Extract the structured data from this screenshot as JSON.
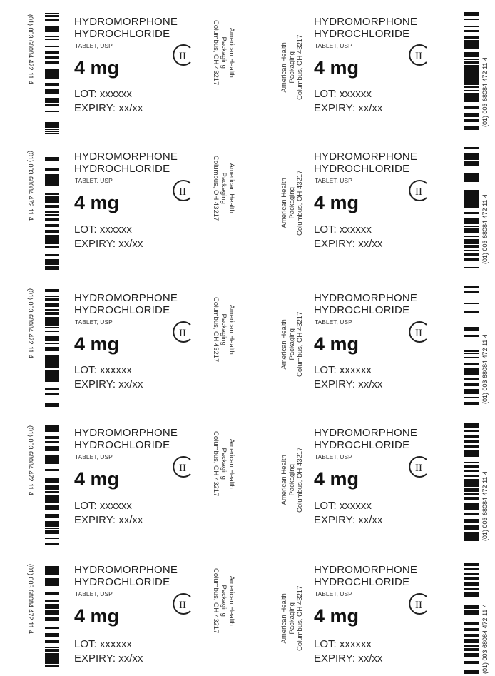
{
  "labels": [
    {
      "drug_line1": "HYDROMORPHONE",
      "drug_line2": "HYDROCHLORIDE",
      "form": "TABLET, USP",
      "strength": "4 mg",
      "lot": "LOT: xxxxxx",
      "expiry": "EXPIRY: xx/xx",
      "schedule": "II",
      "manufacturer_line1": "American Health",
      "manufacturer_line2": "Packaging",
      "manufacturer_line3": "Columbus, OH 43217",
      "gtin": "(01) 003 68084 472 11 4"
    },
    {
      "drug_line1": "HYDROMORPHONE",
      "drug_line2": "HYDROCHLORIDE",
      "form": "TABLET, USP",
      "strength": "4 mg",
      "lot": "LOT: xxxxxx",
      "expiry": "EXPIRY: xx/xx",
      "schedule": "II",
      "manufacturer_line1": "American Health",
      "manufacturer_line2": "Packaging",
      "manufacturer_line3": "Columbus, OH 43217",
      "gtin": "(01) 003 68084 472 11 4"
    },
    {
      "drug_line1": "HYDROMORPHONE",
      "drug_line2": "HYDROCHLORIDE",
      "form": "TABLET, USP",
      "strength": "4 mg",
      "lot": "LOT: xxxxxx",
      "expiry": "EXPIRY: xx/xx",
      "schedule": "II",
      "manufacturer_line1": "American Health",
      "manufacturer_line2": "Packaging",
      "manufacturer_line3": "Columbus, OH 43217",
      "gtin": "(01) 003 68084 472 11 4"
    },
    {
      "drug_line1": "HYDROMORPHONE",
      "drug_line2": "HYDROCHLORIDE",
      "form": "TABLET, USP",
      "strength": "4 mg",
      "lot": "LOT: xxxxxx",
      "expiry": "EXPIRY: xx/xx",
      "schedule": "II",
      "manufacturer_line1": "American Health",
      "manufacturer_line2": "Packaging",
      "manufacturer_line3": "Columbus, OH 43217",
      "gtin": "(01) 003 68084 472 11 4"
    },
    {
      "drug_line1": "HYDROMORPHONE",
      "drug_line2": "HYDROCHLORIDE",
      "form": "TABLET, USP",
      "strength": "4 mg",
      "lot": "LOT: xxxxxx",
      "expiry": "EXPIRY: xx/xx",
      "schedule": "II",
      "manufacturer_line1": "American Health",
      "manufacturer_line2": "Packaging",
      "manufacturer_line3": "Columbus, OH 43217",
      "gtin": "(01) 003 68084 472 11 4"
    },
    {
      "drug_line1": "HYDROMORPHONE",
      "drug_line2": "HYDROCHLORIDE",
      "form": "TABLET, USP",
      "strength": "4 mg",
      "lot": "LOT: xxxxxx",
      "expiry": "EXPIRY: xx/xx",
      "schedule": "II",
      "manufacturer_line1": "American Health",
      "manufacturer_line2": "Packaging",
      "manufacturer_line3": "Columbus, OH 43217",
      "gtin": "(01) 003 68084 472 11 4"
    },
    {
      "drug_line1": "HYDROMORPHONE",
      "drug_line2": "HYDROCHLORIDE",
      "form": "TABLET, USP",
      "strength": "4 mg",
      "lot": "LOT: xxxxxx",
      "expiry": "EXPIRY: xx/xx",
      "schedule": "II",
      "manufacturer_line1": "American Health",
      "manufacturer_line2": "Packaging",
      "manufacturer_line3": "Columbus, OH 43217",
      "gtin": "(01) 003 68084 472 11 4"
    },
    {
      "drug_line1": "HYDROMORPHONE",
      "drug_line2": "HYDROCHLORIDE",
      "form": "TABLET, USP",
      "strength": "4 mg",
      "lot": "LOT: xxxxxx",
      "expiry": "EXPIRY: xx/xx",
      "schedule": "II",
      "manufacturer_line1": "American Health",
      "manufacturer_line2": "Packaging",
      "manufacturer_line3": "Columbus, OH 43217",
      "gtin": "(01) 003 68084 472 11 4"
    },
    {
      "drug_line1": "HYDROMORPHONE",
      "drug_line2": "HYDROCHLORIDE",
      "form": "TABLET, USP",
      "strength": "4 mg",
      "lot": "LOT: xxxxxx",
      "expiry": "EXPIRY: xx/xx",
      "schedule": "II",
      "manufacturer_line1": "American Health",
      "manufacturer_line2": "Packaging",
      "manufacturer_line3": "Columbus, OH 43217",
      "gtin": "(01) 003 68084 472 11 4"
    },
    {
      "drug_line1": "HYDROMORPHONE",
      "drug_line2": "HYDROCHLORIDE",
      "form": "TABLET, USP",
      "strength": "4 mg",
      "lot": "LOT: xxxxxx",
      "expiry": "EXPIRY: xx/xx",
      "schedule": "II",
      "manufacturer_line1": "American Health",
      "manufacturer_line2": "Packaging",
      "manufacturer_line3": "Columbus, OH 43217",
      "gtin": "(01) 003 68084 472 11 4"
    }
  ]
}
